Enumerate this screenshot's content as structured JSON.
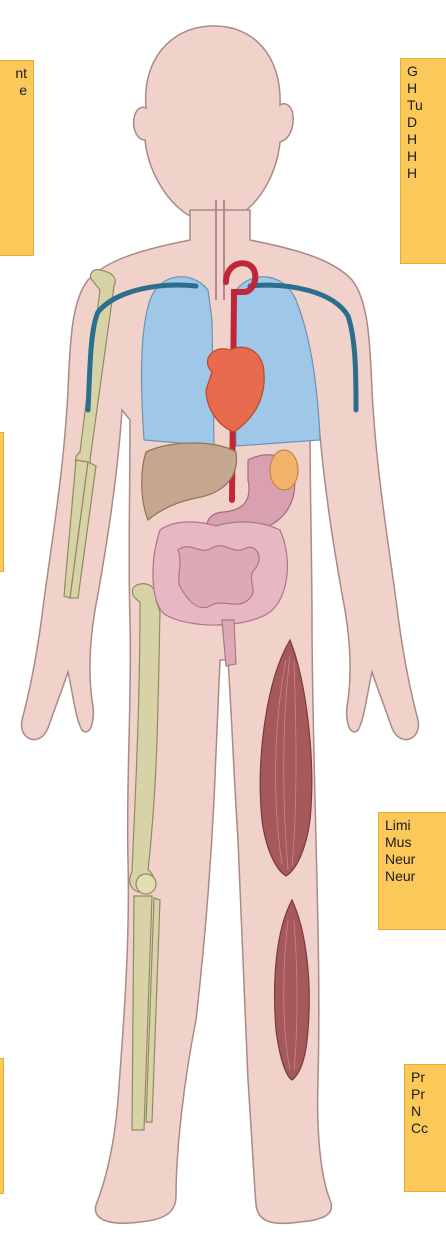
{
  "boxes": {
    "top_left": {
      "lines": [
        "nt",
        "e"
      ]
    },
    "top_right": {
      "lines": [
        "G",
        "H",
        "Tu",
        "D",
        "H",
        "H",
        "H"
      ]
    },
    "middle_right": {
      "lines": [
        "Limi",
        "Mus",
        "Neur",
        "Neur"
      ]
    },
    "bottom_right": {
      "lines": [
        "Pr",
        "Pr",
        "N",
        "Cc"
      ]
    }
  },
  "colors": {
    "box_fill": "#fbc85a",
    "skin": "#f1d2cb",
    "skin_outline": "#a98a86",
    "lung": "#9fc8e8",
    "heart": "#e86b4d",
    "liver": "#c4a78c",
    "stomach": "#d9a0b0",
    "intestine": "#e7b7c4",
    "bone": "#d8d3a7",
    "muscle": "#a6595b",
    "vessel_blue": "#2c6e8e",
    "aorta_red": "#c0263a"
  }
}
